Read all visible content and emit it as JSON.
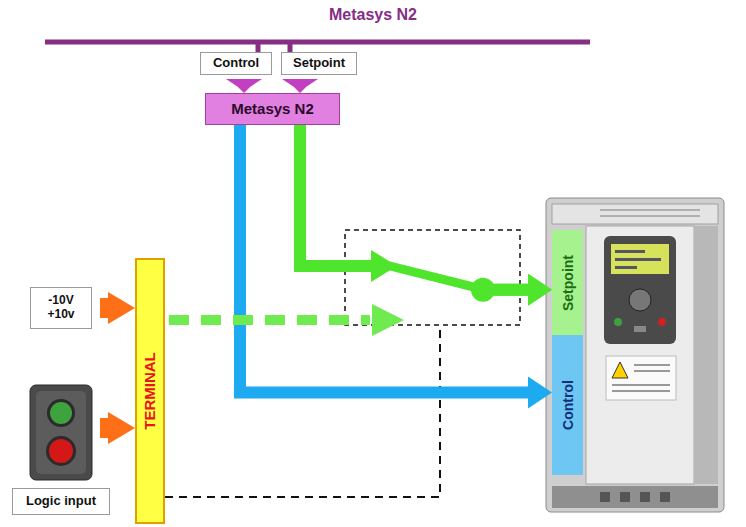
{
  "diagram": {
    "nodes": [
      {
        "text": [
          "Control"
        ]
      },
      {
        "text": [
          "Setpoint"
        ]
      },
      {
        "text": [
          "Metasys N2"
        ]
      },
      {
        "text": [
          "Setpoint"
        ]
      },
      {
        "text": [
          "TERMINAL"
        ]
      },
      {
        "text": [
          "-10V +10v"
        ]
      },
      {
        "text": [
          "Control"
        ]
      },
      {
        "text": [
          "Logic input"
        ]
      }
    ],
    "edges": [
      {
        "from": 0,
        "to": 2,
        "arrow": "to"
      },
      {
        "from": 1,
        "to": 2,
        "arrow": "to"
      },
      {
        "from": 2,
        "to": 6,
        "arrow": "to"
      },
      {
        "from": 2,
        "to": 3,
        "arrow": "to"
      },
      {
        "from": 5,
        "to": 4,
        "arrow": "to"
      },
      {
        "from": 4,
        "to": 3,
        "arrow": "to"
      }
    ],
    "labels": [
      "Metasys N2"
    ]
  }
}
